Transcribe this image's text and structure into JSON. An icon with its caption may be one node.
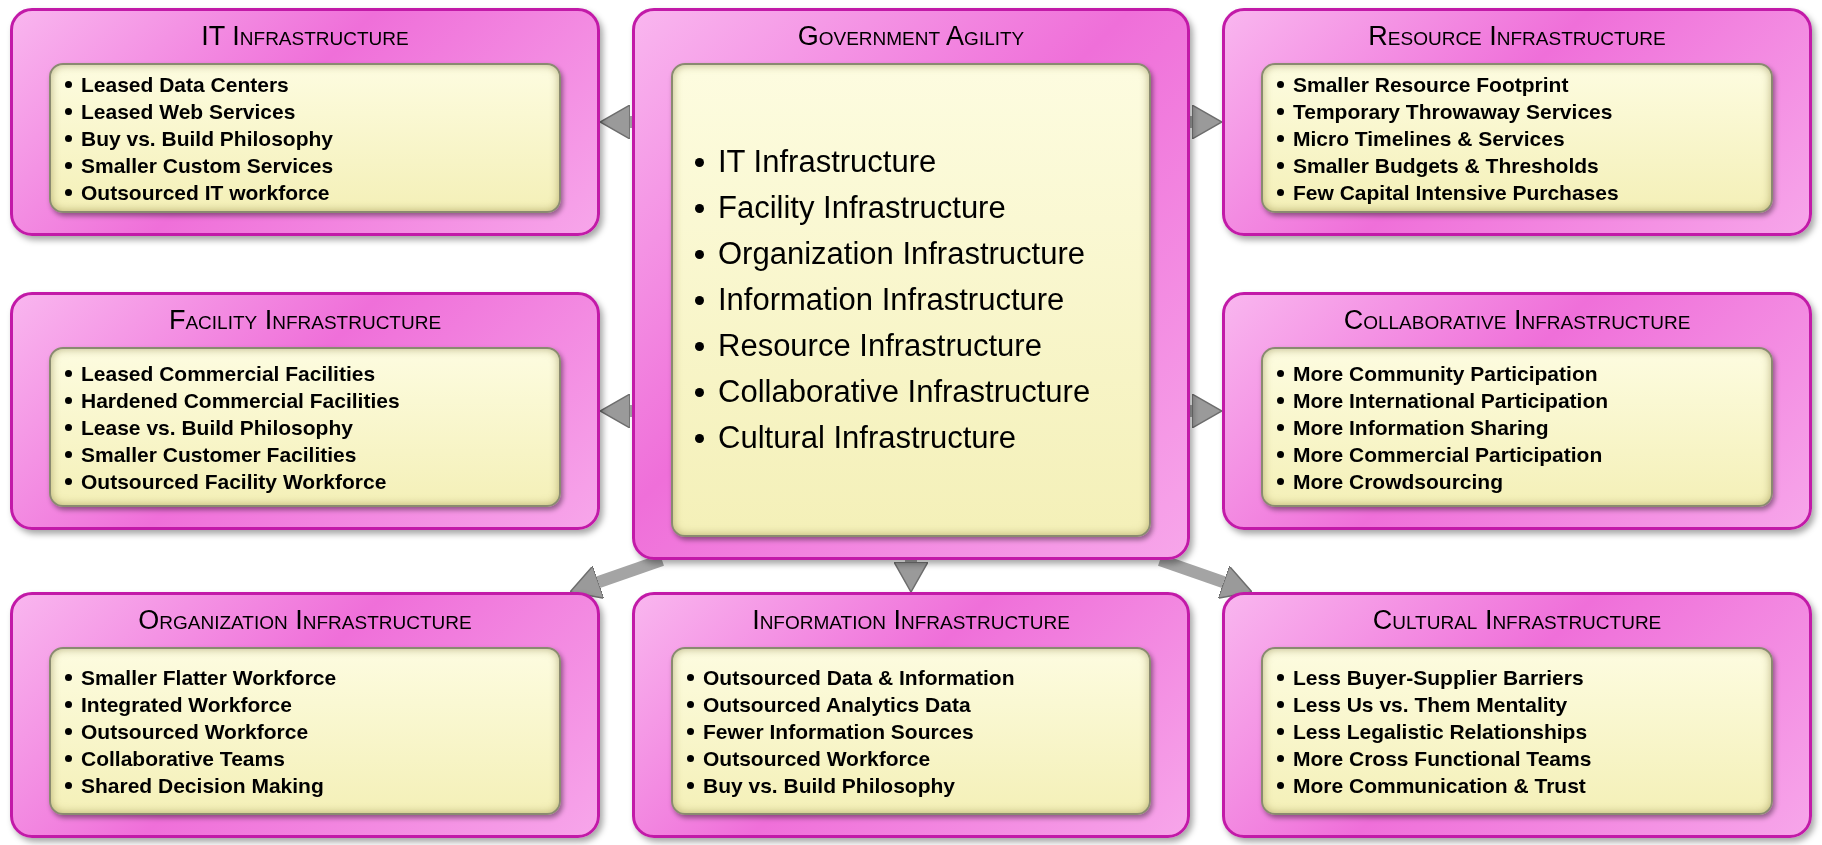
{
  "diagram": {
    "nodes": [
      {
        "text": [
          "IT Infrastructure"
        ]
      },
      {
        "text": [
          "Leased Data Centers",
          "Leased Web Services",
          "Buy vs. Build Philosophy",
          "Smaller Custom Services",
          "Outsourced IT workforce"
        ],
        "in": 0
      },
      {
        "text": [
          "Government Agility"
        ]
      },
      {
        "text": [
          "IT Infrastructure",
          "Facility Infrastructure",
          "Organization Infrastructure",
          "Information Infrastructure",
          "Resource Infrastructure",
          "Collaborative Infrastructure",
          "Cultural Infrastructure"
        ],
        "in": 2
      },
      {
        "text": [
          "Resource Infrastructure"
        ]
      },
      {
        "text": [
          "Smaller Resource Footprint",
          "Temporary Throwaway Services",
          "Micro Timelines & Services",
          "Smaller Budgets & Thresholds",
          "Few Capital Intensive Purchases"
        ],
        "in": 4
      },
      {
        "text": [
          "Facility Infrastructure"
        ]
      },
      {
        "text": [
          "Leased Commercial Facilities",
          "Hardened Commercial Facilities",
          "Lease vs. Build Philosophy",
          "Smaller Customer Facilities",
          "Outsourced Facility Workforce"
        ],
        "in": 6
      },
      {
        "text": [
          "Collaborative Infrastructure"
        ]
      },
      {
        "text": [
          "More Community Participation",
          "More International Participation",
          "More Information Sharing",
          "More Commercial Participation",
          "More Crowdsourcing"
        ],
        "in": 8
      },
      {
        "text": [
          "Organization Infrastructure"
        ]
      },
      {
        "text": [
          "Smaller Flatter Workforce",
          "Integrated Workforce",
          "Outsourced Workforce",
          "Collaborative Teams",
          "Shared Decision Making"
        ],
        "in": 10
      },
      {
        "text": [
          "Information Infrastructure"
        ]
      },
      {
        "text": [
          "Outsourced Data & Information",
          "Outsourced Analytics Data",
          "Fewer Information Sources",
          "Outsourced Workforce",
          "Buy vs. Build Philosophy"
        ],
        "in": 12
      },
      {
        "text": [
          "Cultural Infrastructure"
        ]
      },
      {
        "text": [
          "Less Buyer-Supplier Barriers",
          "Less Us vs. Them Mentality",
          "Less Legalistic Relationships",
          "More Cross Functional Teams",
          "More Communication & Trust"
        ],
        "in": 14
      }
    ],
    "edges": [
      {
        "from": 2,
        "to": 0,
        "arrow": "to"
      },
      {
        "from": 2,
        "to": 4,
        "arrow": "to"
      },
      {
        "from": 2,
        "to": 6,
        "arrow": "to"
      },
      {
        "from": 2,
        "to": 8,
        "arrow": "to"
      },
      {
        "from": 2,
        "to": 10,
        "arrow": "to"
      },
      {
        "from": 2,
        "to": 12,
        "arrow": "to"
      },
      {
        "from": 2,
        "to": 14,
        "arrow": "to"
      }
    ]
  }
}
